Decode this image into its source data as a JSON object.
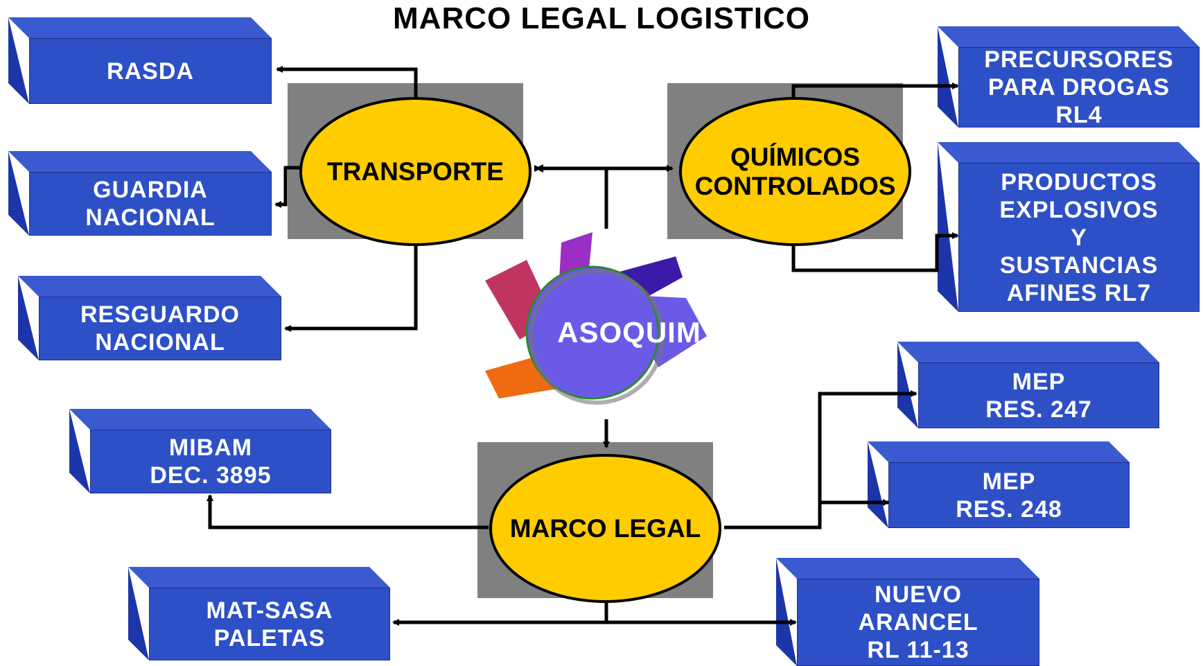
{
  "title": "MARCO LEGAL LOGISTICO",
  "center": {
    "transporte": "TRANSPORTE",
    "quimicos": "QUÍMICOS\nCONTROLADOS",
    "marco_legal": "MARCO LEGAL",
    "logo_text": "ASOQUIM"
  },
  "boxes": {
    "rasda": "RASDA",
    "guardia": "GUARDIA\nNACIONAL",
    "resguardo": "RESGUARDO\nNACIONAL",
    "mibam": "MIBAM\nDEC. 3895",
    "mat_sasa": "MAT-SASA\nPALETAS",
    "precursores": "PRECURSORES\nPARA DROGAS\nRL4",
    "explosivos": "PRODUCTOS\nEXPLOSIVOS\nY\nSUSTANCIAS\nAFINES RL7",
    "mep247": "MEP\nRES. 247",
    "mep248": "MEP\nRES. 248",
    "arancel": "NUEVO\nARANCEL\nRL 11-13"
  },
  "colors": {
    "box": "#2d50c6",
    "ellipse": "#ffcc00",
    "grey_square": "#808080",
    "logo_circle": "#6a5ae6"
  }
}
